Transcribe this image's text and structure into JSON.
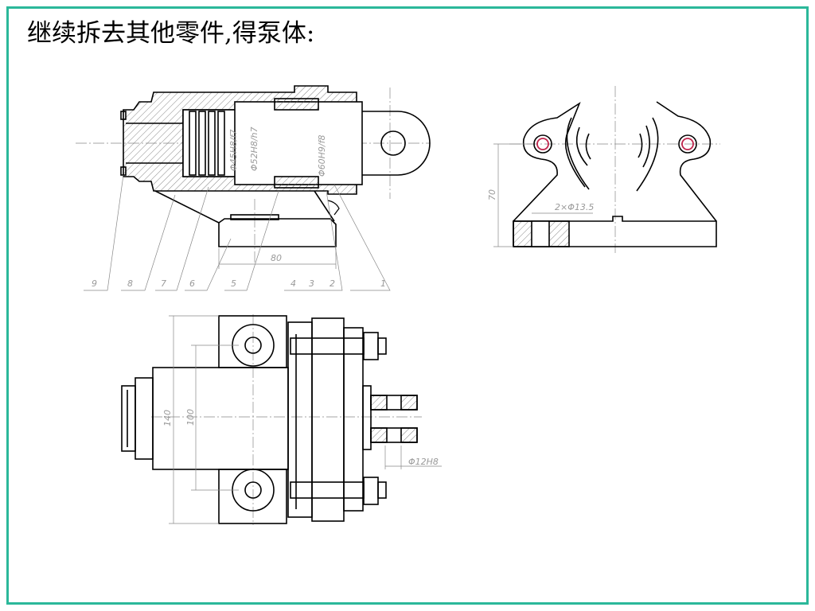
{
  "slide": {
    "title": "继续拆去其他零件,得泵体:",
    "border_color": "#2bb89a"
  },
  "drawing": {
    "front_view": {
      "fits": [
        "Φ45H8/f7",
        "Φ52H8/h7",
        "Φ60H9/f8"
      ],
      "dimension": "80",
      "part_numbers": [
        "9",
        "8",
        "7",
        "6",
        "5",
        "4",
        "3",
        "2",
        "1"
      ]
    },
    "side_view": {
      "dimension": "70",
      "holes": "2×Φ13.5"
    },
    "top_view": {
      "dimensions": [
        "140",
        "100"
      ],
      "fit": "Φ12H8"
    }
  }
}
